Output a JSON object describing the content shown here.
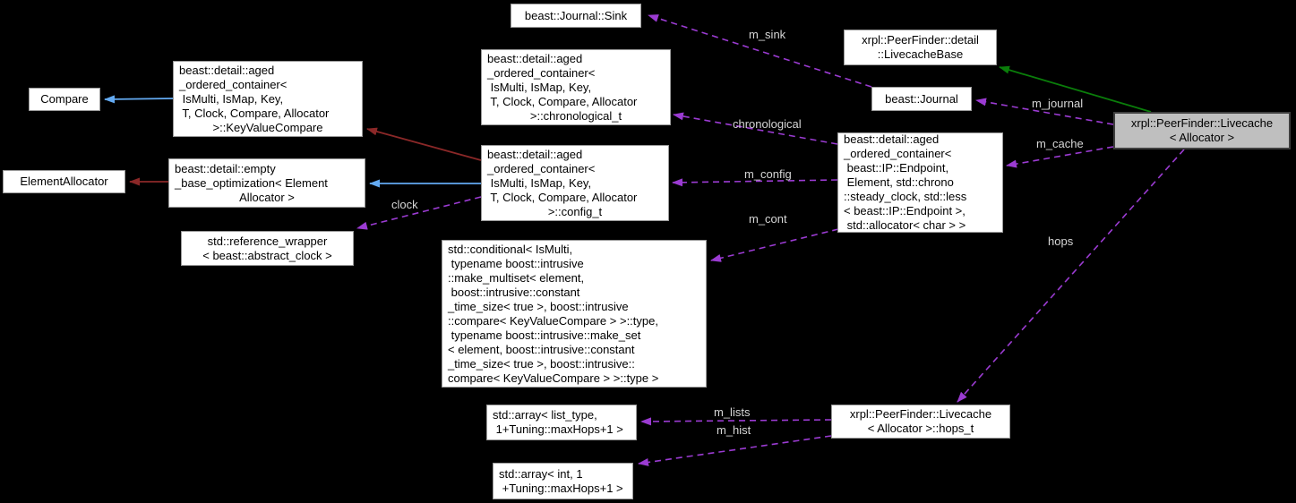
{
  "diagram_type": "doxygen-collaboration-graph",
  "colors": {
    "background": "#000000",
    "node_fill": "#ffffff",
    "node_border": "#9a9a9a",
    "selected_fill": "#bfbfbf",
    "selected_border": "#3f3f3f",
    "node_text": "#000000",
    "edge_purple": "#9b3bd2",
    "edge_green": "#0a7d0a",
    "edge_blue": "#63aaf2",
    "edge_darkred": "#8b2828",
    "label_color": "#d6d6d6"
  },
  "nodes": {
    "sink": {
      "lines": [
        "beast::Journal::Sink"
      ]
    },
    "livecachebase": {
      "lines": [
        "xrpl::PeerFinder::detail",
        "::LivecacheBase"
      ]
    },
    "journal": {
      "lines": [
        "beast::Journal"
      ]
    },
    "compare": {
      "lines": [
        "Compare"
      ]
    },
    "kvcompare": {
      "lines": [
        "beast::detail::aged",
        "_ordered_container<",
        " IsMulti, IsMap, Key,",
        " T, Clock, Compare, Allocator",
        ">::KeyValueCompare"
      ]
    },
    "chronological_t": {
      "lines": [
        "beast::detail::aged",
        "_ordered_container<",
        " IsMulti, IsMap, Key,",
        " T, Clock, Compare, Allocator",
        ">::chronological_t"
      ]
    },
    "elementallocator": {
      "lines": [
        "ElementAllocator"
      ]
    },
    "empty_base_optimization": {
      "lines": [
        "beast::detail::empty",
        "_base_optimization< Element",
        "Allocator >"
      ]
    },
    "config_t": {
      "lines": [
        "beast::detail::aged",
        "_ordered_container<",
        " IsMulti, IsMap, Key,",
        " T, Clock, Compare, Allocator",
        ">::config_t"
      ]
    },
    "reference_wrapper": {
      "lines": [
        "std::reference_wrapper",
        "< beast::abstract_clock >"
      ]
    },
    "conditional": {
      "lines": [
        "std::conditional< IsMulti,",
        " typename boost::intrusive",
        "::make_multiset< element,",
        " boost::intrusive::constant",
        "_time_size< true >, boost::intrusive",
        "::compare< KeyValueCompare > >::type,",
        " typename boost::intrusive::make_set",
        "< element, boost::intrusive::constant",
        "_time_size< true >, boost::intrusive::",
        "compare< KeyValueCompare > >::type >"
      ]
    },
    "aged_container_endpoint": {
      "lines": [
        "beast::detail::aged",
        "_ordered_container<",
        " beast::IP::Endpoint,",
        " Element, std::chrono",
        "::steady_clock, std::less",
        "< beast::IP::Endpoint >,",
        " std::allocator< char > >"
      ]
    },
    "livecache": {
      "lines": [
        "xrpl::PeerFinder::Livecache",
        "< Allocator >"
      ]
    },
    "array_list_type": {
      "lines": [
        "std::array< list_type,",
        " 1+Tuning::maxHops+1 >"
      ]
    },
    "hops_t": {
      "lines": [
        "xrpl::PeerFinder::Livecache",
        "< Allocator >::hops_t"
      ]
    },
    "array_int": {
      "lines": [
        "std::array< int, 1",
        " +Tuning::maxHops+1 >"
      ]
    }
  },
  "edge_labels": {
    "m_sink": "m_sink",
    "m_journal": "m_journal",
    "m_cache": "m_cache",
    "chronological": "chronological",
    "m_config": "m_config",
    "m_cont": "m_cont",
    "clock": "clock",
    "hops": "hops",
    "m_lists": "m_lists",
    "m_hist": "m_hist"
  }
}
